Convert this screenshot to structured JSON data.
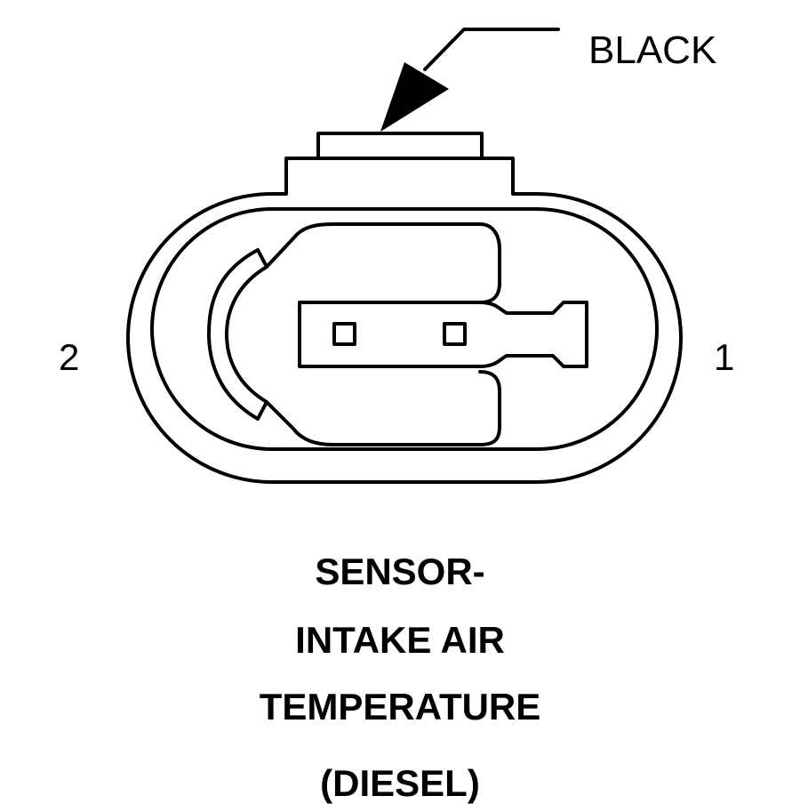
{
  "diagram": {
    "wire_color_label": "BLACK",
    "pin_left_label": "2",
    "pin_right_label": "1",
    "title_lines": [
      "SENSOR-",
      "INTAKE AIR",
      "TEMPERATURE",
      "(DIESEL)"
    ]
  },
  "colors": {
    "line": "#000000",
    "background": "#ffffff"
  }
}
